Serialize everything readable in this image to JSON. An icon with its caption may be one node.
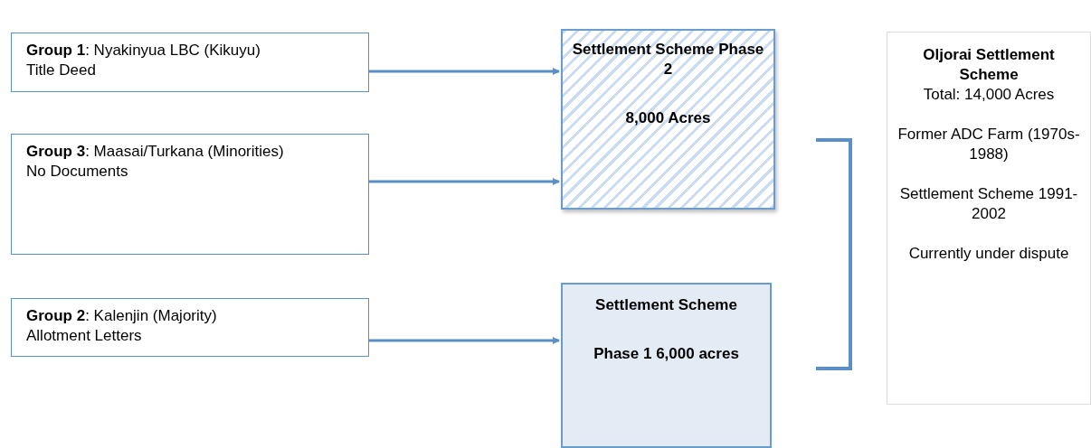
{
  "diagram": {
    "nodes": [
      {
        "text": [
          "**Group 1**: Nyakinyua LBC (Kikuyu)",
          "Title Deed"
        ]
      },
      {
        "text": [
          "Settlement Scheme Phase 2",
          "8,000 Acres"
        ]
      },
      {
        "text": [
          "Oljorai Settlement Scheme",
          "Total: 14,000 Acres",
          "Former ADC Farm (1970s-1988)",
          "Settlement Scheme 1991-2002",
          "Currently under dispute"
        ]
      },
      {
        "text": [
          "**Group 3**: Maasai/Turkana (Minorities)",
          "No Documents"
        ]
      },
      {
        "text": [
          "**Group 2**: Kalenjin (Majority)",
          "Allotment Letters"
        ]
      },
      {
        "text": [
          "Settlement Scheme",
          "Phase 1 6,000 acres"
        ]
      }
    ],
    "edges": [
      {
        "from": 0,
        "to": 1,
        "arrow": "to"
      },
      {
        "from": 3,
        "to": 1,
        "arrow": "to"
      },
      {
        "from": 4,
        "to": 5,
        "arrow": "to"
      }
    ]
  }
}
